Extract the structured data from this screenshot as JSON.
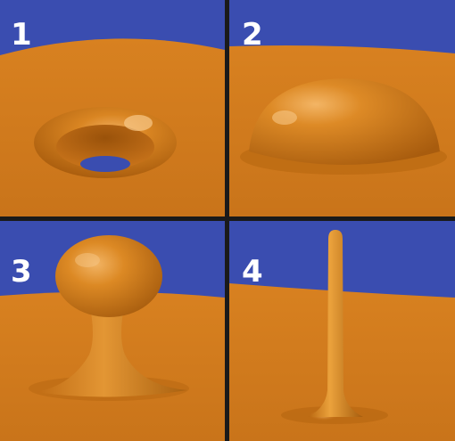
{
  "panels": [
    {
      "number": "1",
      "stage": "ring-with-hole"
    },
    {
      "number": "2",
      "stage": "dome"
    },
    {
      "number": "3",
      "stage": "droplet-on-stem"
    },
    {
      "number": "4",
      "stage": "tall-column"
    }
  ],
  "colors": {
    "sky": "#3a4db0",
    "surface": "#d57f1e",
    "surface_shadow": "#b0620f",
    "highlight": "#f4b668",
    "divider": "#1a1a1a"
  }
}
